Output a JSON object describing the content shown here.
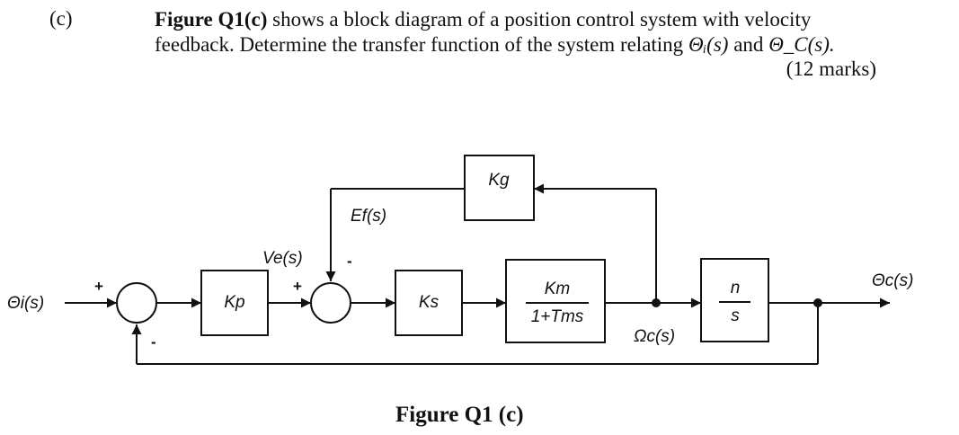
{
  "question": {
    "number": "(c)",
    "figure_ref": "Figure Q1(c)",
    "text_line1_rest": " shows a block diagram of a position control system with velocity",
    "text_line2_a": "feedback. Determine the transfer function of the system relating ",
    "theta_i": "Θᵢ(s)",
    "text_and": " and ",
    "theta_c": "Θ_C(s).",
    "marks": "(12 marks)"
  },
  "diagram": {
    "input_label": "Θi(s)",
    "output_label": "Θc(s)",
    "blocks": {
      "kp": "Kp",
      "ks": "Ks",
      "km_num": "Km",
      "km_den": "1+Tms",
      "n_num": "n",
      "n_den": "s",
      "kg": "Kg"
    },
    "signals": {
      "ve": "Ve(s)",
      "ef": "Ef(s)",
      "omega_c": "Ωc(s)"
    },
    "signs": {
      "sum1_plus": "+",
      "sum1_minus": "-",
      "sum2_plus": "+",
      "sum2_minus": "-"
    }
  },
  "caption": "Figure Q1 (c)"
}
